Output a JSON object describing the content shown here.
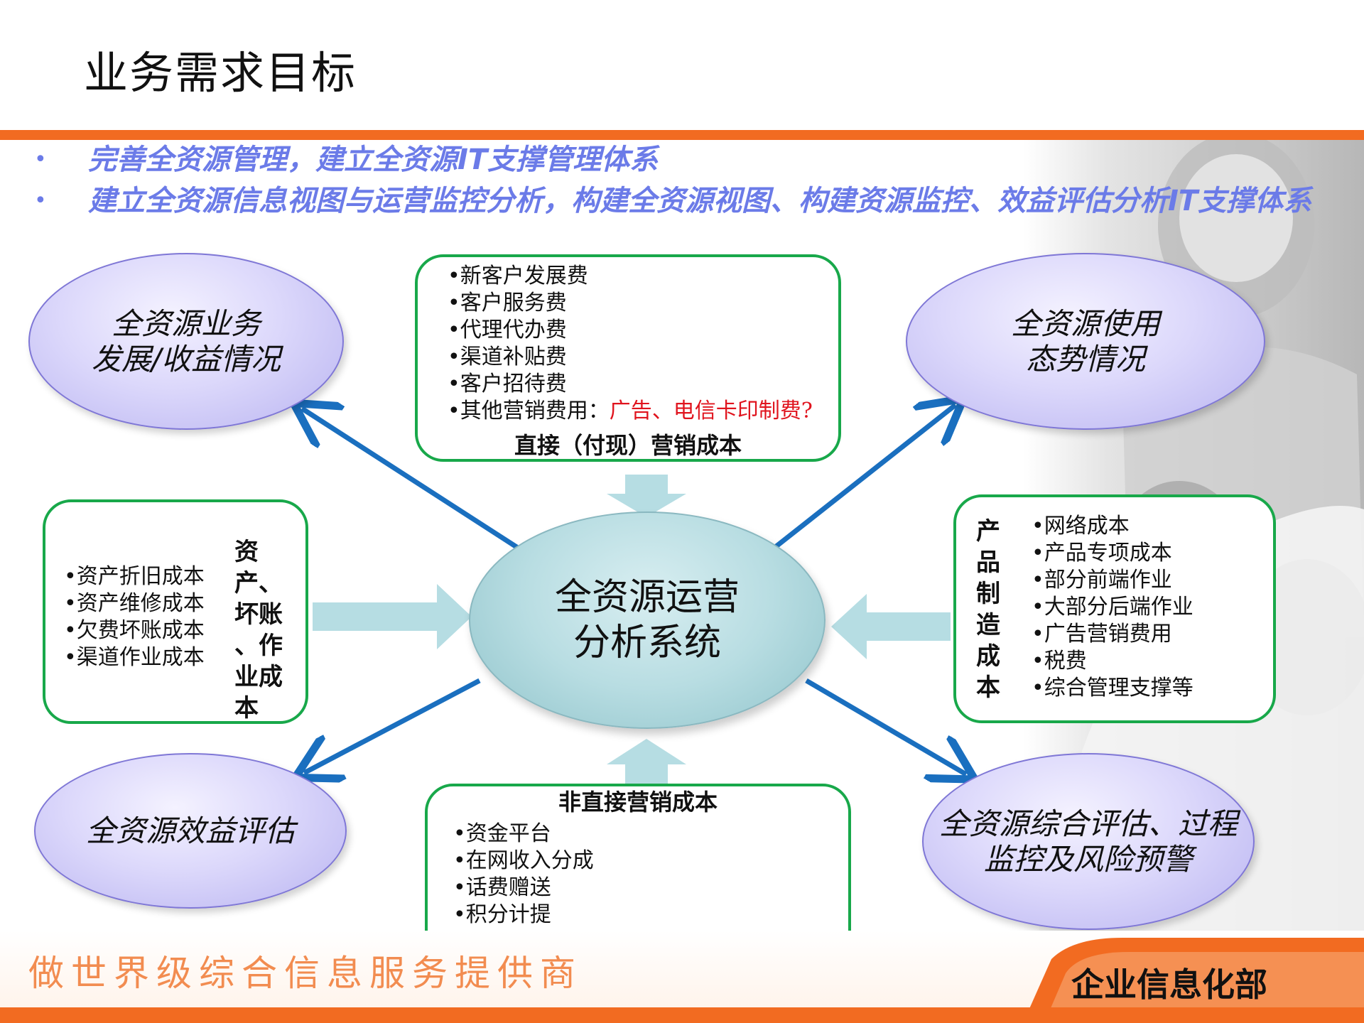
{
  "title": "业务需求目标",
  "bullets": [
    "完善全资源管理，建立全资源IT支撑管理体系",
    "建立全资源信息视图与运营监控分析，构建全资源视图、构建资源监控、效益评估分析IT支撑体系"
  ],
  "center": {
    "line1": "全资源运营",
    "line2": "分析系统"
  },
  "ellipses": {
    "top_left": {
      "line1": "全资源业务",
      "line2": "发展/收益情况"
    },
    "top_right": {
      "line1": "全资源使用",
      "line2": "态势情况"
    },
    "bottom_left": {
      "line1": "全资源效益评估"
    },
    "bottom_right": {
      "line1": "全资源综合评估、过程",
      "line2": "监控及风险预警"
    }
  },
  "top_box": {
    "items": [
      "•新客户发展费",
      "•客户服务费",
      "•代理代办费",
      "•渠道补贴费",
      "•客户招待费"
    ],
    "last_item_prefix": "•其他营销费用：",
    "last_item_highlight": "广告、电信卡印制费?",
    "title": "直接（付现）营销成本"
  },
  "left_box": {
    "items": [
      "•资产折旧成本",
      "•资产维修成本",
      "•欠费坏账成本",
      "•渠道作业成本"
    ],
    "title_lines": [
      "资产、",
      "坏账",
      "、作",
      "业成",
      "本"
    ]
  },
  "right_box": {
    "title_chars": [
      "产",
      "品",
      "制",
      "造",
      "成",
      "本"
    ],
    "items": [
      "•网络成本",
      "•产品专项成本",
      "•部分前端作业",
      "•大部分后端作业",
      "•广告营销费用",
      "•税费",
      "•综合管理支撑等"
    ]
  },
  "bottom_box": {
    "title": "非直接营销成本",
    "items": [
      "•资金平台",
      "•在网收入分成",
      "•话费赠送",
      "•积分计提"
    ]
  },
  "footer": {
    "slogan": "做世界级综合信息服务提供商",
    "department": "企业信息化部"
  },
  "colors": {
    "accent_orange": "#f26b21",
    "bullet_blue": "#6b7be8",
    "box_green": "#18a84a",
    "arrow_blue": "#1a6fbf",
    "block_arrow": "#b6dde3",
    "highlight_red": "#e0141e"
  }
}
